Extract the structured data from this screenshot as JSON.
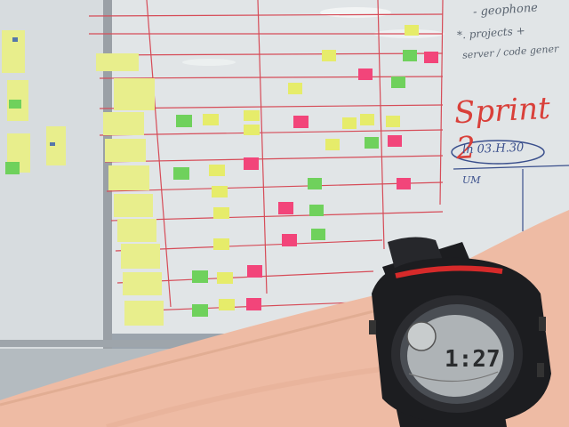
{
  "photo": {
    "subject": "",
    "whiteboard_notes": [],
    "sprint_title": "Sprint 2",
    "date_label": "ln 03.H.30",
    "watch_display": "1:27"
  },
  "colors": {
    "board": "#dfe4e6",
    "grid_red": "#d64c58",
    "sticky_yellow": "#e8ee8c",
    "sticky_green": "#6fd15c",
    "sticky_pink": "#f2457a",
    "skin": "#eebba4",
    "watch_body": "#1c1d20",
    "watch_accent": "#d62a2a"
  }
}
